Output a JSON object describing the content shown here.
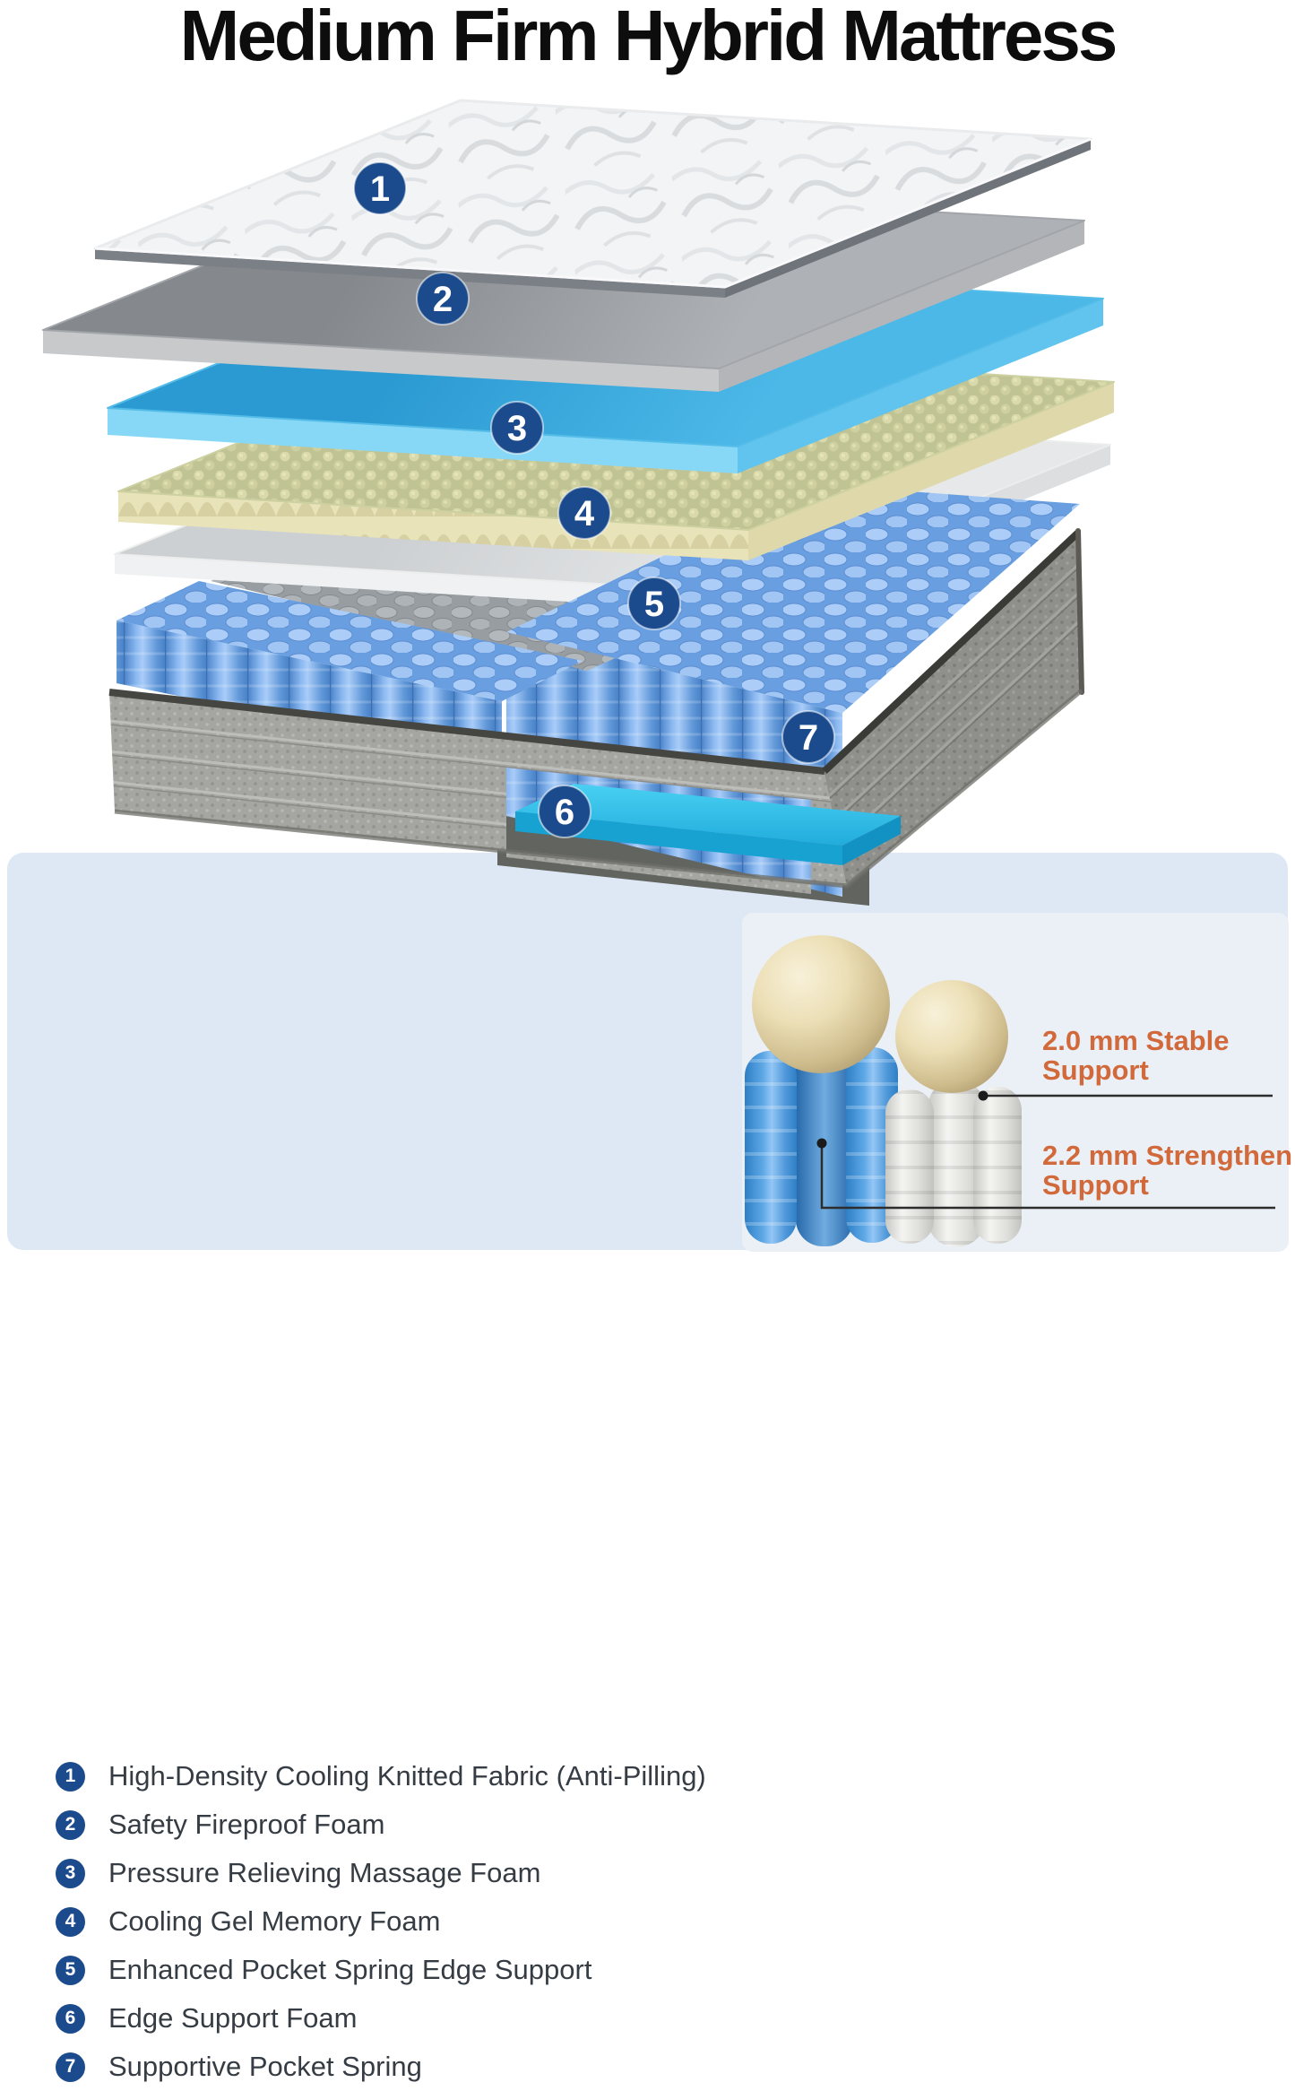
{
  "title": "Medium Firm Hybrid Mattress",
  "layers": [
    {
      "num": "1",
      "label": "High-Density Cooling Knitted Fabric (Anti-Pilling)"
    },
    {
      "num": "2",
      "label": "Safety Fireproof Foam"
    },
    {
      "num": "3",
      "label": "Pressure Relieving Massage Foam"
    },
    {
      "num": "4",
      "label": "Cooling Gel Memory Foam"
    },
    {
      "num": "5",
      "label": "Enhanced Pocket Spring Edge Support"
    },
    {
      "num": "6",
      "label": "Edge Support Foam"
    },
    {
      "num": "7",
      "label": "Supportive Pocket Spring"
    }
  ],
  "detail": {
    "callout_top": {
      "line1": "2.0 mm Stable",
      "line2": "Support"
    },
    "callout_bottom": {
      "line1": "2.2 mm Strengthen",
      "line2": "Support"
    }
  },
  "colors": {
    "title": "#0D0D0D",
    "badge_navy": "#1B4B8D",
    "legend_text": "#363C43",
    "panel_bg": "#DEE8F4",
    "accent_orange": "#D2693B",
    "massage_foam_blue": "#2F9FD6",
    "memory_foam_yellow": "#E9E3B9",
    "fireproof_foam_gray": "#909397",
    "pocket_spring_blue": "#7FB0EA",
    "base_fabric_gray": "#9D9D99",
    "edge_foam_cyan": "#33C2EA"
  }
}
